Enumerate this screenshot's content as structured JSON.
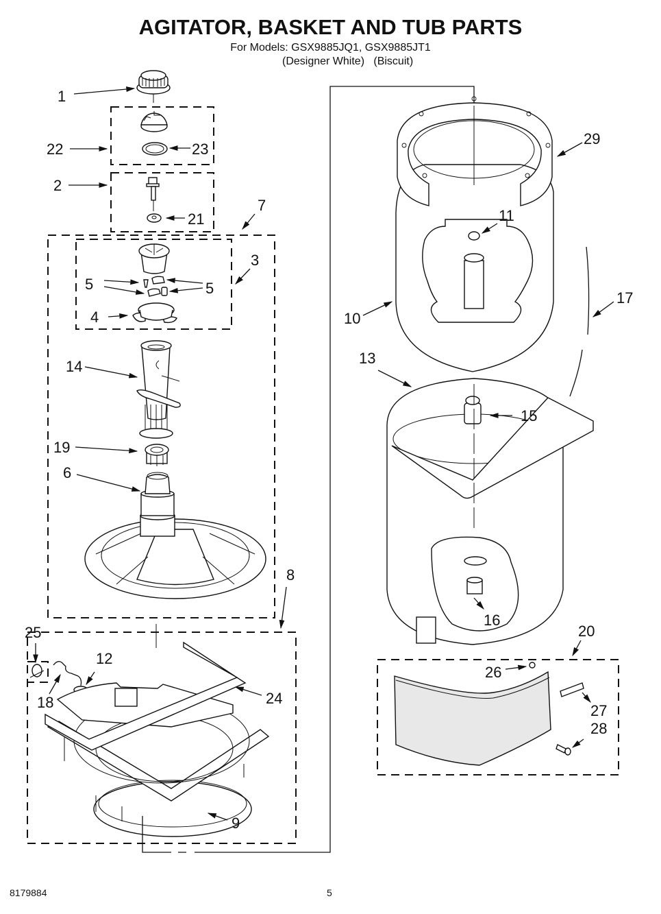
{
  "document": {
    "title": "AGITATOR, BASKET AND TUB PARTS",
    "models_line": "For Models: GSX9885JQ1, GSX9885JT1",
    "colors_line": "(Designer White)   (Biscuit)",
    "footer_doc_number": "8179884",
    "footer_page_number": "5"
  },
  "callouts": {
    "c1": "1",
    "c2": "2",
    "c3": "3",
    "c4": "4",
    "c5a": "5",
    "c5b": "5",
    "c6": "6",
    "c7": "7",
    "c8": "8",
    "c9": "9",
    "c10": "10",
    "c11": "11",
    "c12": "12",
    "c13": "13",
    "c14": "14",
    "c15": "15",
    "c16": "16",
    "c17": "17",
    "c18": "18",
    "c19": "19",
    "c20": "20",
    "c21": "21",
    "c22": "22",
    "c23": "23",
    "c24": "24",
    "c25": "25",
    "c26": "26",
    "c27": "27",
    "c28": "28",
    "c29": "29"
  }
}
